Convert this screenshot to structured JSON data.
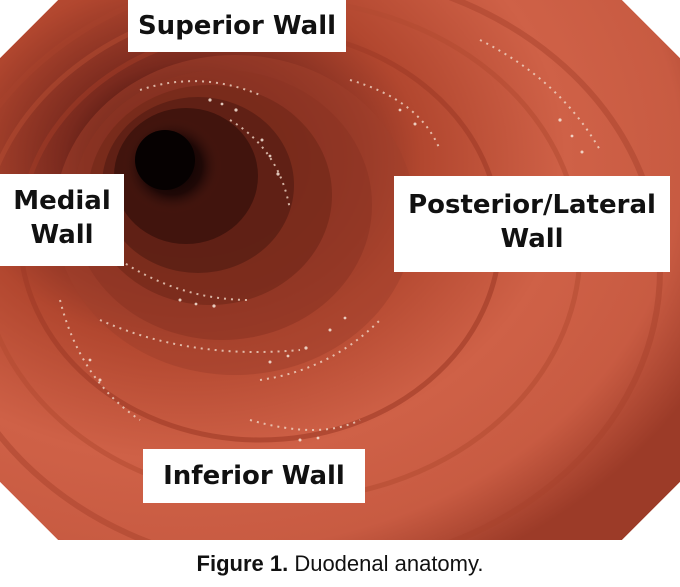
{
  "image": {
    "subject": "endoscopic-duodenum-photo",
    "colors": {
      "mucosa": "#c4553a",
      "mucosa_light": "#d8735a",
      "lumen_dark": "#1a0605",
      "corner_bg": "#ffffff"
    }
  },
  "labels": {
    "superior": "Superior Wall",
    "medial": "Medial\nWall",
    "posterior_lateral": "Posterior/Lateral\nWall",
    "inferior": "Inferior Wall"
  },
  "caption": {
    "figure_number": "Figure 1.",
    "text": " Duodenal anatomy."
  }
}
